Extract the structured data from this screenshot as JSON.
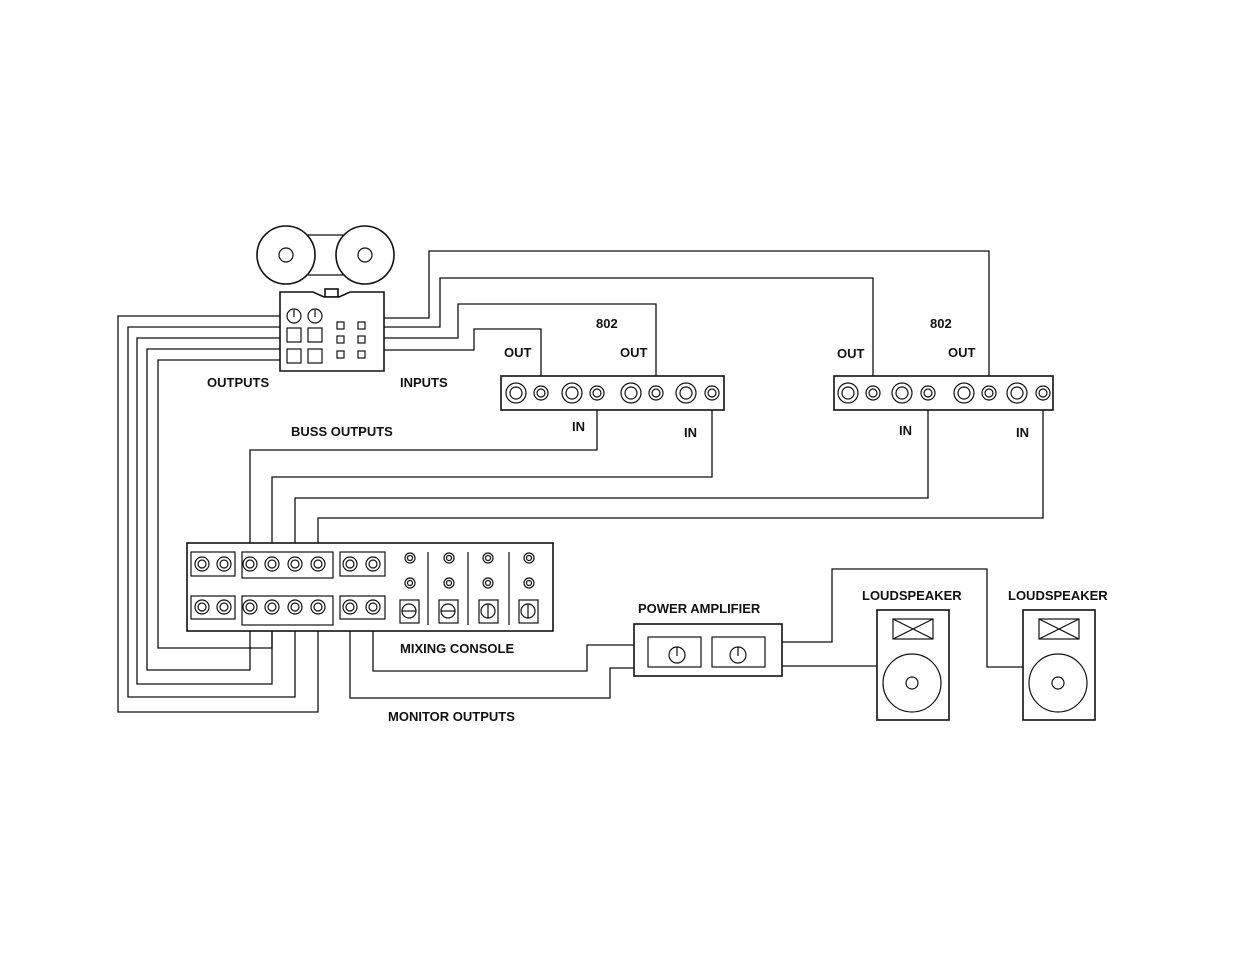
{
  "diagram": {
    "tape_recorder": {
      "outputs_label": "OUTPUTS",
      "inputs_label": "INPUTS"
    },
    "processor_left": {
      "model_label": "802",
      "out_label_1": "OUT",
      "out_label_2": "OUT",
      "in_label_1": "IN",
      "in_label_2": "IN"
    },
    "processor_right": {
      "model_label": "802",
      "out_label_1": "OUT",
      "out_label_2": "OUT",
      "in_label_1": "IN",
      "in_label_2": "IN"
    },
    "buss_outputs_label": "BUSS OUTPUTS",
    "mixing_console_label": "MIXING CONSOLE",
    "monitor_outputs_label": "MONITOR OUTPUTS",
    "power_amplifier_label": "POWER AMPLIFIER",
    "loudspeaker_left_label": "LOUDSPEAKER",
    "loudspeaker_right_label": "LOUDSPEAKER"
  }
}
